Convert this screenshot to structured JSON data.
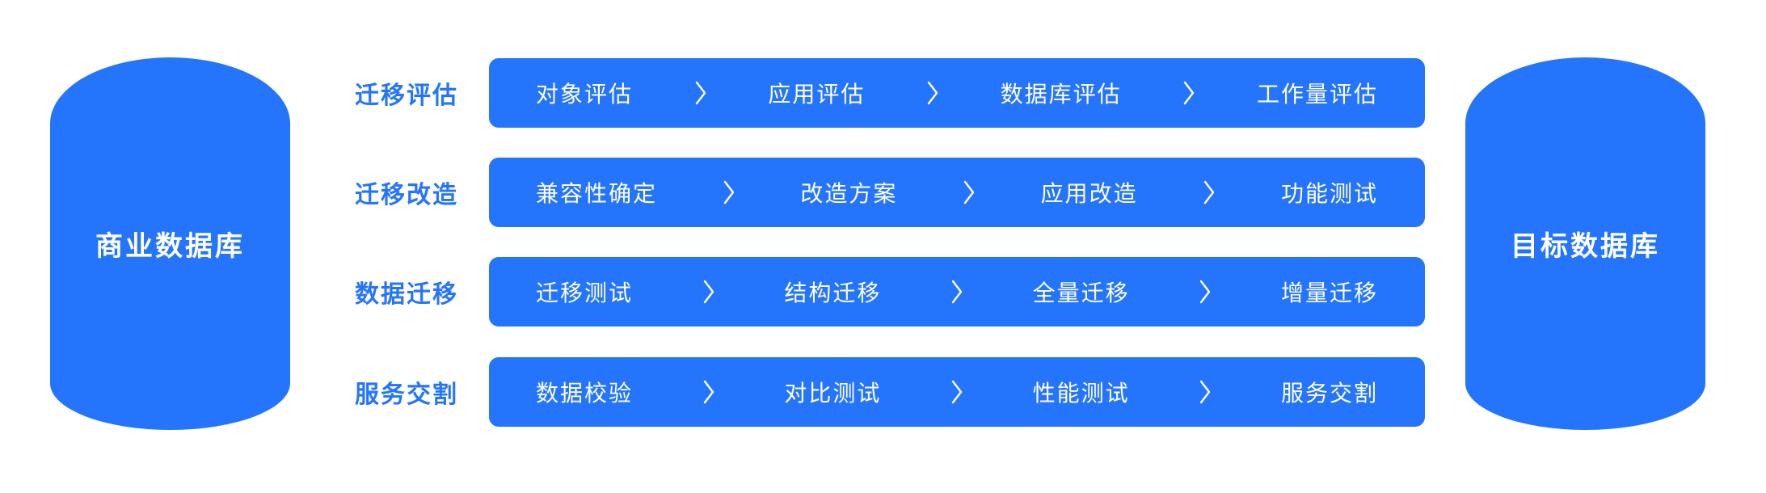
{
  "colors": {
    "accent": "#2575FC",
    "on_accent": "#FFFFFF",
    "background": "#FFFFFF"
  },
  "diagram": {
    "source_db": {
      "label": "商业数据库"
    },
    "target_db": {
      "label": "目标数据库"
    },
    "step_separator_icon": "chevron-right-icon",
    "rows": [
      {
        "label": "迁移评估",
        "steps": [
          "对象评估",
          "应用评估",
          "数据库评估",
          "工作量评估"
        ]
      },
      {
        "label": "迁移改造",
        "steps": [
          "兼容性确定",
          "改造方案",
          "应用改造",
          "功能测试"
        ]
      },
      {
        "label": "数据迁移",
        "steps": [
          "迁移测试",
          "结构迁移",
          "全量迁移",
          "增量迁移"
        ]
      },
      {
        "label": "服务交割",
        "steps": [
          "数据校验",
          "对比测试",
          "性能测试",
          "服务交割"
        ]
      }
    ]
  }
}
